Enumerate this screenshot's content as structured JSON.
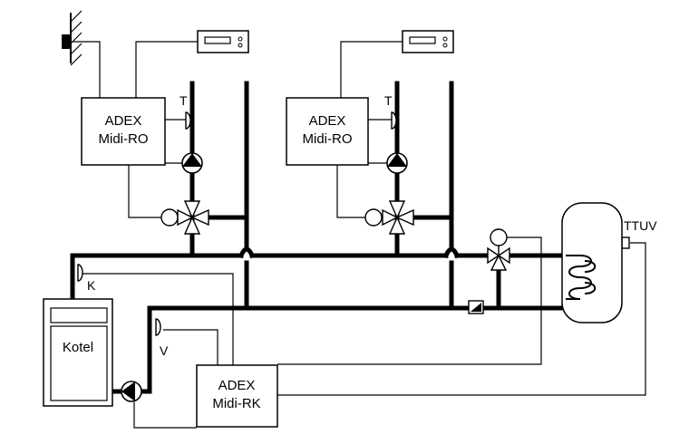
{
  "controllers": {
    "ro1": {
      "line1": "ADEX",
      "line2": "Midi-RO"
    },
    "ro2": {
      "line1": "ADEX",
      "line2": "Midi-RO"
    },
    "rk": {
      "line1": "ADEX",
      "line2": "Midi-RK"
    }
  },
  "sensors": {
    "t1": "T",
    "t2": "T",
    "k": "K",
    "v": "V",
    "ttuv": "TTUV"
  },
  "boiler": {
    "label": "Kotel"
  }
}
